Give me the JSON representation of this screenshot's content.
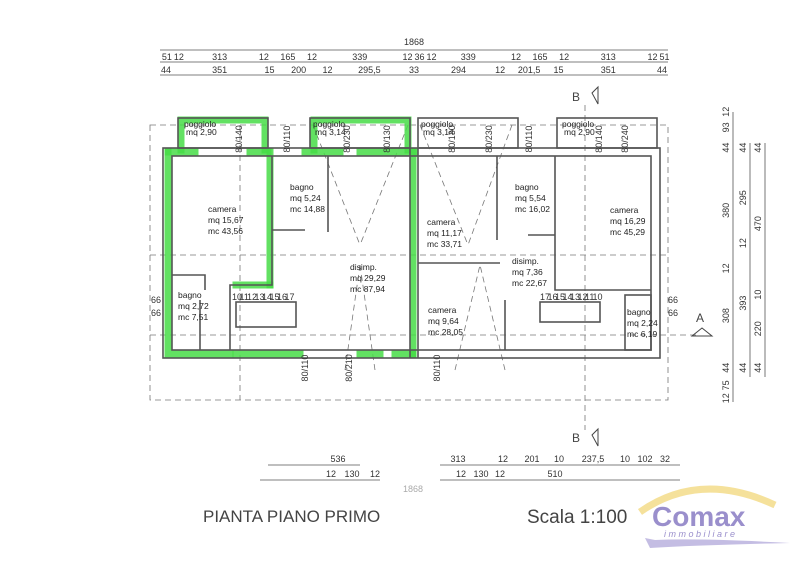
{
  "plan": {
    "title": "PIANTA PIANO PRIMO",
    "scale": "Scala 1:100",
    "total_width": "1868",
    "dims_row2": [
      "51",
      "12",
      "313",
      "12",
      "165",
      "12",
      "339",
      "12",
      "36",
      "12",
      "339",
      "12",
      "165",
      "12",
      "313",
      "12",
      "51"
    ],
    "dims_row2_values": [
      51,
      12,
      313,
      12,
      165,
      12,
      339,
      12,
      36,
      12,
      339,
      12,
      165,
      12,
      313,
      12,
      51
    ],
    "dims_row3": [
      "44",
      "351",
      "15",
      "200",
      "12",
      "295,5",
      "33",
      "294",
      "12",
      "201,5",
      "15",
      "351",
      "44"
    ],
    "dims_row3_values": [
      44,
      351,
      15,
      200,
      12,
      295.5,
      33,
      294,
      12,
      201.5,
      15,
      351,
      44
    ],
    "right_col1": [
      "12",
      "93",
      "44",
      "380",
      "12",
      "308",
      "44",
      "75",
      "12"
    ],
    "right_col1_values": [
      12,
      93,
      44,
      380,
      12,
      308,
      44,
      75,
      12
    ],
    "right_col2": [
      "44",
      "295",
      "12",
      "393",
      "44"
    ],
    "right_col2_values": [
      44,
      295,
      12,
      393,
      44
    ],
    "right_col3": [
      "44",
      "470",
      "10",
      "220",
      "44"
    ],
    "right_col3_values": [
      44,
      470,
      10,
      220,
      44
    ],
    "bottom_row1": [
      "536",
      "313",
      "12",
      "201",
      "10",
      "237,5",
      "10",
      "102",
      "32"
    ],
    "bottom_row2": [
      "12",
      "130",
      "12",
      "12",
      "130",
      "12",
      "510"
    ],
    "bottom_faint": "1868",
    "section_a": "A",
    "section_b": "B",
    "side_dims": [
      "66",
      "66"
    ],
    "rooms": [
      {
        "name": "camera",
        "mq": "mq 15,67",
        "mc": "mc 43,56"
      },
      {
        "name": "bagno",
        "mq": "mq  5,24",
        "mc": "mc 14,88"
      },
      {
        "name": "bagno",
        "mq": "mq 2,72",
        "mc": "mc 7,51"
      },
      {
        "name": "disimp.",
        "mq": "mq  29,29",
        "mc": "mc  87,94"
      },
      {
        "name": "camera",
        "mq": "mq 11,17",
        "mc": "mc 33,71"
      },
      {
        "name": "bagno",
        "mq": "mq  5,54",
        "mc": "mc 16,02"
      },
      {
        "name": "camera",
        "mq": "mq 16,29",
        "mc": "mc 45,29"
      },
      {
        "name": "disimp.",
        "mq": "mq  7,36",
        "mc": "mc 22,67"
      },
      {
        "name": "camera",
        "mq": "mq  9,64",
        "mc": "mc 28,05"
      },
      {
        "name": "bagno",
        "mq": "mq 2,24",
        "mc": "mc 6,19"
      }
    ],
    "balconies": [
      {
        "name": "poggiolo",
        "mq": "mq 2,90"
      },
      {
        "name": "poggiolo",
        "mq": "mq 3,14"
      },
      {
        "name": "poggiolo",
        "mq": "mq 3,14"
      },
      {
        "name": "poggiolo",
        "mq": "mq 2,90"
      }
    ],
    "windows": [
      "80/140",
      "80/110",
      "80/230",
      "80/130",
      "80/130",
      "80/230",
      "80/110",
      "80/140",
      "80/240",
      "80/110",
      "80/210",
      "80/110"
    ],
    "stairs_left": [
      "10",
      "11",
      "12",
      "13",
      "14",
      "15",
      "16",
      "17"
    ],
    "stairs_right": [
      "17",
      "16",
      "15",
      "14",
      "13",
      "12",
      "11",
      "10"
    ]
  },
  "logo": {
    "brand": "Comax",
    "tagline": "immobiliare",
    "colors": {
      "purple": "#9a8fcc",
      "yellow": "#f3dc8a"
    }
  },
  "colors": {
    "highlight": "#46dc46",
    "wall": "#555555"
  }
}
